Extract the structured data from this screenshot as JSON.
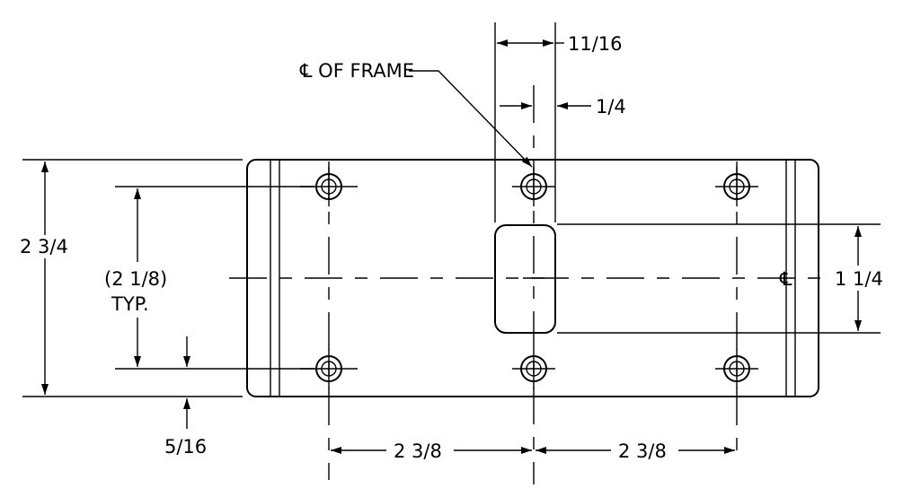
{
  "drawing": {
    "labels": {
      "centerline_frame": "℄ OF FRAME",
      "dim_top": "11/16",
      "dim_offset": "1/4",
      "dim_height": "2 3/4",
      "dim_hole_spacing_vertical": "(2 1/8)",
      "dim_typ": "TYP.",
      "dim_edge_offset": "5/16",
      "dim_slot_height": "1 1/4",
      "centerline_symbol": "℄",
      "dim_spacing_left": "2 3/8",
      "dim_spacing_right": "2 3/8"
    }
  }
}
